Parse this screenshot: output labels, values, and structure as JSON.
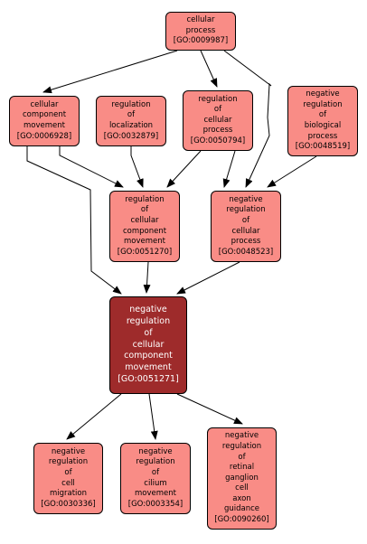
{
  "colors": {
    "node_fill": "#f98c86",
    "focus_fill": "#9e2b2b",
    "edge": "#000000"
  },
  "nodes": {
    "cellular_process": {
      "lines": [
        "cellular",
        "process"
      ],
      "id": "[GO:0009987]"
    },
    "cellular_component_movement": {
      "lines": [
        "cellular",
        "component",
        "movement"
      ],
      "id": "[GO:0006928]"
    },
    "regulation_of_localization": {
      "lines": [
        "regulation",
        "of",
        "localization"
      ],
      "id": "[GO:0032879]"
    },
    "regulation_of_cellular_process": {
      "lines": [
        "regulation",
        "of",
        "cellular",
        "process"
      ],
      "id": "[GO:0050794]"
    },
    "negative_regulation_of_biological_process": {
      "lines": [
        "negative",
        "regulation",
        "of",
        "biological",
        "process"
      ],
      "id": "[GO:0048519]"
    },
    "regulation_of_cellular_component_movement": {
      "lines": [
        "regulation",
        "of",
        "cellular",
        "component",
        "movement"
      ],
      "id": "[GO:0051270]"
    },
    "negative_regulation_of_cellular_process": {
      "lines": [
        "negative",
        "regulation",
        "of",
        "cellular",
        "process"
      ],
      "id": "[GO:0048523]"
    },
    "negative_regulation_of_cellular_component_movement": {
      "lines": [
        "negative",
        "regulation",
        "of",
        "cellular",
        "component",
        "movement"
      ],
      "id": "[GO:0051271]"
    },
    "negative_regulation_of_cell_migration": {
      "lines": [
        "negative",
        "regulation",
        "of",
        "cell",
        "migration"
      ],
      "id": "[GO:0030336]"
    },
    "negative_regulation_of_cilium_movement": {
      "lines": [
        "negative",
        "regulation",
        "of",
        "cilium",
        "movement"
      ],
      "id": "[GO:0003354]"
    },
    "negative_regulation_of_retinal_ganglion_cell_axon_guidance": {
      "lines": [
        "negative",
        "regulation",
        "of",
        "retinal",
        "ganglion",
        "cell",
        "axon",
        "guidance"
      ],
      "id": "[GO:0090260]"
    }
  },
  "edges": [
    [
      "cellular_process",
      "cellular_component_movement"
    ],
    [
      "cellular_process",
      "regulation_of_cellular_process"
    ],
    [
      "cellular_process",
      "negative_regulation_of_cellular_process"
    ],
    [
      "cellular_component_movement",
      "regulation_of_cellular_component_movement"
    ],
    [
      "cellular_component_movement",
      "negative_regulation_of_cellular_component_movement"
    ],
    [
      "regulation_of_localization",
      "regulation_of_cellular_component_movement"
    ],
    [
      "regulation_of_cellular_process",
      "regulation_of_cellular_component_movement"
    ],
    [
      "regulation_of_cellular_process",
      "negative_regulation_of_cellular_process"
    ],
    [
      "negative_regulation_of_biological_process",
      "negative_regulation_of_cellular_process"
    ],
    [
      "regulation_of_cellular_component_movement",
      "negative_regulation_of_cellular_component_movement"
    ],
    [
      "negative_regulation_of_cellular_process",
      "negative_regulation_of_cellular_component_movement"
    ],
    [
      "negative_regulation_of_cellular_component_movement",
      "negative_regulation_of_cell_migration"
    ],
    [
      "negative_regulation_of_cellular_component_movement",
      "negative_regulation_of_cilium_movement"
    ],
    [
      "negative_regulation_of_cellular_component_movement",
      "negative_regulation_of_retinal_ganglion_cell_axon_guidance"
    ]
  ]
}
